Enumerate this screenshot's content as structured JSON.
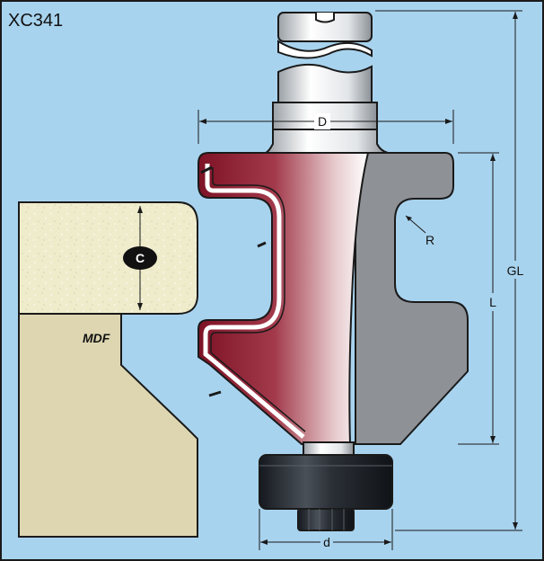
{
  "title": "XC341",
  "labels": {
    "shank_diameter": "D",
    "radius": "R",
    "overall_length": "GL",
    "cutting_length": "L",
    "bearing_diameter": "d",
    "cut_depth": "C",
    "material": "MDF"
  },
  "colors": {
    "background": "#a8d3ee",
    "cutter_body": "#8b1c2e",
    "carbide_grey": "#8e9196",
    "mdf_top": "#efeccc",
    "mdf_profile": "#ddd6b1",
    "bearing": "#1c2128"
  }
}
